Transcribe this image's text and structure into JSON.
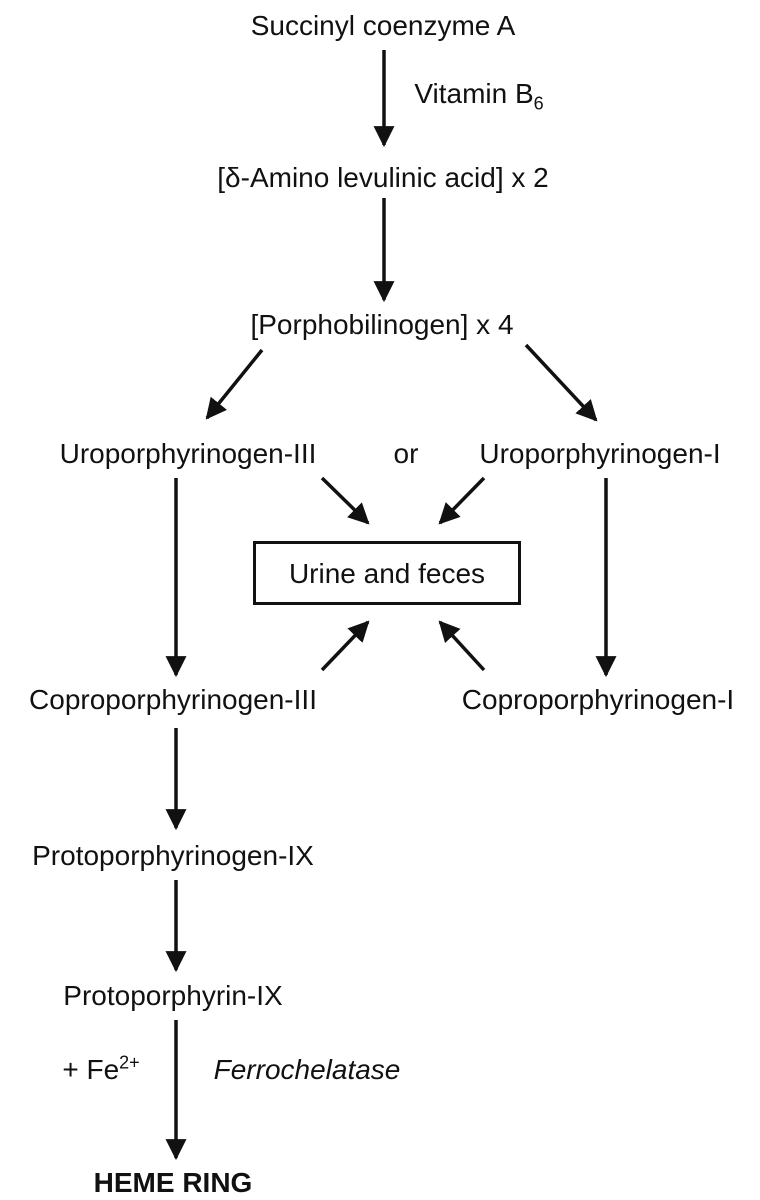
{
  "nodes": {
    "succinyl": "Succinyl coenzyme A",
    "vitamin_text": "Vitamin B",
    "vitamin_sub": "6",
    "ala": "[δ-Amino levulinic acid] x 2",
    "pbg": "[Porphobilinogen] x 4",
    "uro3": "Uroporphyrinogen-III",
    "or": "or",
    "uro1": "Uroporphyrinogen-I",
    "urine": "Urine and feces",
    "copro3": "Coproporphyrinogen-III",
    "copro1": "Coproporphyrinogen-I",
    "protogen": "Protoporphyrinogen-IX",
    "protoporphyrin": "Protoporphyrin-IX",
    "fe_text": "+ Fe",
    "fe_sup": "2+",
    "ferrochelatase": "Ferrochelatase",
    "heme": "HEME RING"
  }
}
